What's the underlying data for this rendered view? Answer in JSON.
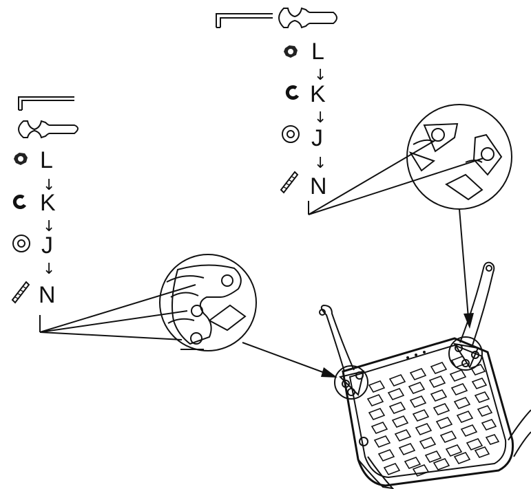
{
  "left_sequence": {
    "steps": [
      {
        "part": "L",
        "icon": "lock-nut-icon"
      },
      {
        "part": "K",
        "icon": "spring-washer-icon"
      },
      {
        "part": "J",
        "icon": "flat-washer-icon"
      },
      {
        "part": "N",
        "icon": "threaded-bolt-icon"
      }
    ],
    "tools": [
      "allen-key-icon",
      "wrench-icon"
    ]
  },
  "right_sequence": {
    "steps": [
      {
        "part": "L",
        "icon": "lock-nut-icon"
      },
      {
        "part": "K",
        "icon": "spring-washer-icon"
      },
      {
        "part": "J",
        "icon": "flat-washer-icon"
      },
      {
        "part": "N",
        "icon": "threaded-bolt-icon"
      }
    ],
    "tools": [
      "allen-key-icon",
      "wrench-icon"
    ]
  },
  "arrow_glyph": "↓",
  "colors": {
    "ink": "#111111",
    "background": "#ffffff"
  }
}
